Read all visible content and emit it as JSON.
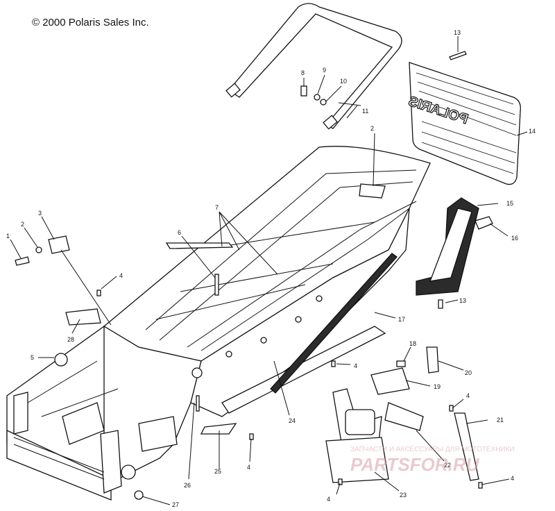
{
  "copyright": "© 2000 Polaris Sales Inc.",
  "callouts": {
    "c1": "1",
    "c2a": "2",
    "c2b": "2",
    "c3": "3",
    "c4a": "4",
    "c4b": "4",
    "c4c": "4",
    "c4d": "4",
    "c4e": "4",
    "c4f": "4",
    "c5": "5",
    "c6": "6",
    "c7": "7",
    "c8": "8",
    "c9": "9",
    "c10": "10",
    "c11": "11",
    "c13a": "13",
    "c13b": "13",
    "c14": "14",
    "c15": "15",
    "c16": "16",
    "c17": "17",
    "c18": "18",
    "c19": "19",
    "c20": "20",
    "c21": "21",
    "c22": "22",
    "c23": "23",
    "c24": "24",
    "c25": "25",
    "c26": "26",
    "c27": "27",
    "c28": "28"
  },
  "rear_flap_text": "POLARIS",
  "watermark": {
    "line1": "ЗАПЧАСТИ И АКСЕССУАРЫ ДЛЯ МОТОТЕХНИКИ",
    "line2": "PARTSFOR.RU"
  },
  "colors": {
    "ink": "#111111",
    "paper": "#ffffff",
    "watermark": "#d9a0a8"
  }
}
